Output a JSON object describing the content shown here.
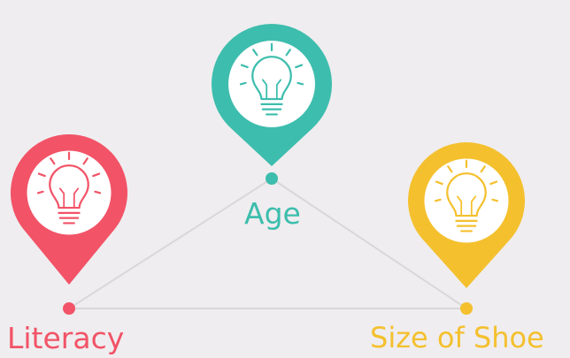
{
  "nodes": [
    {
      "id": "age",
      "label": "Age",
      "color": "#3dbdad",
      "icon": "lightbulb-icon"
    },
    {
      "id": "literacy",
      "label": "Literacy",
      "color": "#f25367",
      "icon": "lightbulb-icon"
    },
    {
      "id": "shoe",
      "label": "Size of Shoe",
      "color": "#f4c02e",
      "icon": "lightbulb-icon"
    }
  ],
  "connector_color": "#d9d7d9"
}
